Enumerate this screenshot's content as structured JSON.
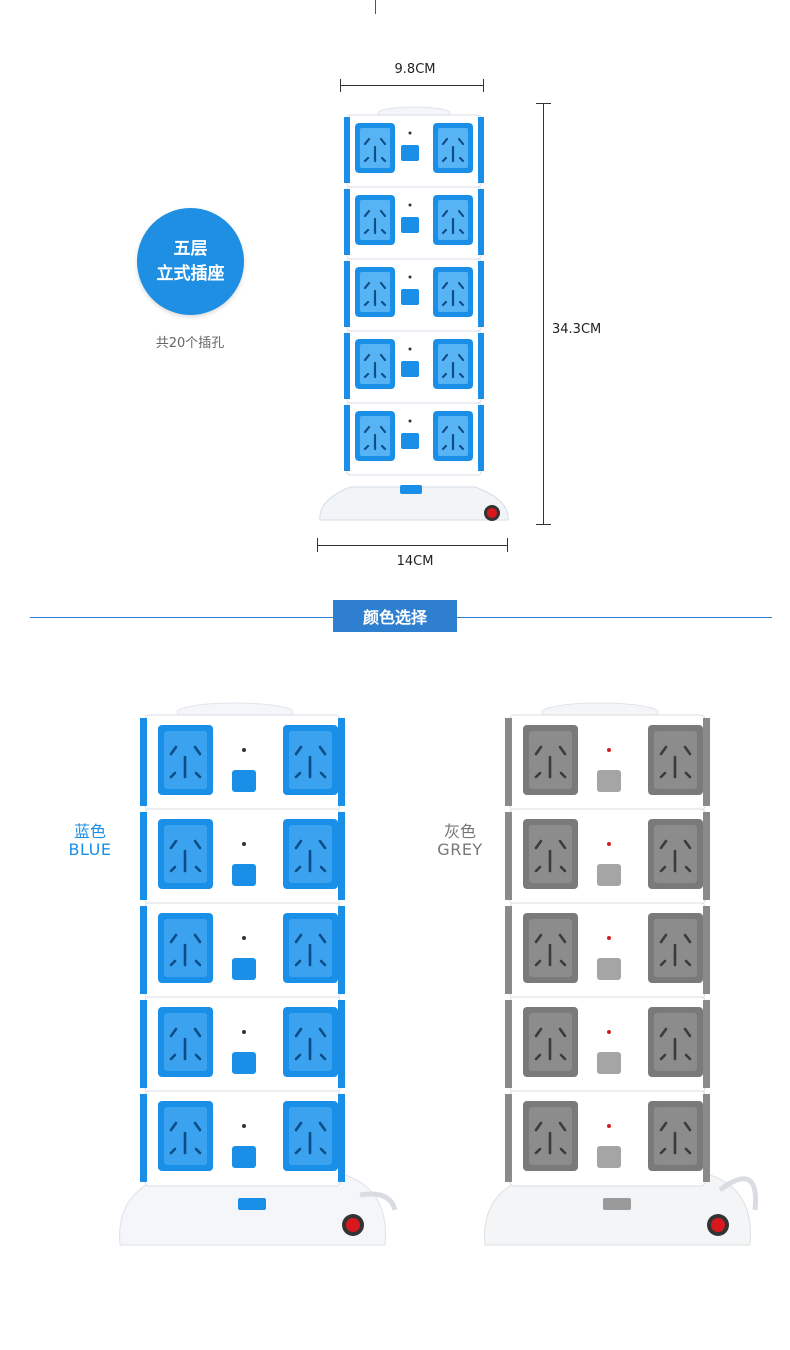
{
  "spec": {
    "badge_line1": "五层",
    "badge_line2": "立式插座",
    "badge_sub": "共20个插孔",
    "width_top": "9.8CM",
    "height": "34.3CM",
    "base_width": "14CM"
  },
  "section_title": "颜色选择",
  "variants": [
    {
      "name_cn": "蓝色",
      "name_en": "BLUE",
      "color": "#1a8fe8",
      "label_color": "#1a8fe8"
    },
    {
      "name_cn": "灰色",
      "name_en": "GREY",
      "color": "#7a7a7a",
      "label_color": "#777777"
    }
  ],
  "colors": {
    "accent": "#2f7fd0",
    "badge": "#1f8fe3",
    "power_switch": "#d8181d"
  },
  "icons": [
    "socket-icon",
    "switch-icon",
    "power-switch-icon",
    "led-indicator-icon"
  ]
}
